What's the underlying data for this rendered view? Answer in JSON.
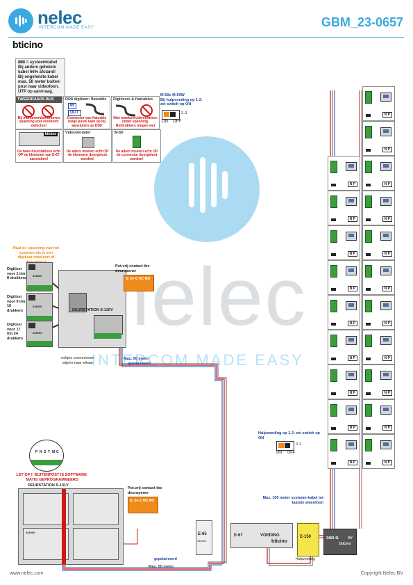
{
  "header": {
    "brand": "nelec",
    "tagline": "INTERCOM MADE EASY",
    "sub_brand": "bticino",
    "doc_code": "GBM_23-0657",
    "accent_color": "#3aa9e0"
  },
  "legend": {
    "line1": "= systeemkabel",
    "lines": [
      "Bij andere getwiste",
      "kabel 66% afstand!",
      "Bij ongetwiste kabel",
      "max. 50 meter buiten-",
      "post naar videofoon.",
      "UTP op aanvraag."
    ]
  },
  "info_boxes": [
    {
      "title": "TWEEDRAADS BUS",
      "caption": "Bij monteren/demonteren spanning eraf voorkomt defecten!"
    },
    {
      "title": "DD8 digitizer: flatcable",
      "in": "IN",
      "out": "OUT",
      "caption": "Connector van flatcable nokje juiste kant op bij aansluiten op DD8"
    },
    {
      "title": "Digitizers & flatcables",
      "caption": "Niet monteren/demonteren onder spanning. Beldrukkers mogen wel"
    },
    {
      "title": "M-50e  M-50W",
      "note": "Bij hulpvoeding op 1-2: zet switch op ON",
      "switch_on": "ON",
      "switch_off": "OFF",
      "switch_pos": "2-1"
    },
    {
      "title": "",
      "caption": "De twee deurstations echt OP de klemmen van E-67 aansluiten!"
    },
    {
      "title": "VideoVerdeler",
      "caption": "De aders moeten echt OP de klemmen doorgelust worden!"
    },
    {
      "title": "M-50",
      "caption": "De aders moeten echt OP de connector doorgelust worden!"
    }
  ],
  "station_top": {
    "warning": "Haal de spanning van het systeem als je een digitizer monteert of demonteert",
    "digitizers": [
      {
        "label": "Digitizer voor 1 t/m 8 drukkers",
        "part": "346830"
      },
      {
        "label": "Digitizer voor 9 t/m 16 drukkers",
        "part": "346830"
      },
      {
        "label": "Digitizer voor 17 t/m 24 drukkers",
        "part": "346993"
      }
    ],
    "unit_name": "DEURSTATION S-130V",
    "connector_note": "nokjes connectoren wijzen naar elkaar",
    "relay_label": "Pot.vrij contact tbv deuropener",
    "relay_pins": "S-  S+ C NC NO",
    "terminal_pins": [
      "P",
      "N",
      "S",
      "T",
      "M",
      "C"
    ]
  },
  "station_bottom": {
    "warning": "LET OP !! BUITENPOST IS SOFTWARE-MATIG GEPROGRAMMEERD",
    "unit_name": "DEURSTATION S-131V",
    "relay_label": "Pot.vrij contact tbv deuropener",
    "relay_pins": "S-  S+ C NC NO",
    "terminal_pins": [
      "P",
      "N",
      "S",
      "T",
      "M",
      "C"
    ],
    "part": "346000"
  },
  "cables": {
    "max50_top": "Max. 50 meter",
    "twisted_top": "gepolariseerd",
    "max50_bottom": "Max. 50 meter",
    "twisted_bottom": "gepolariseerd",
    "max100": "Max. 100 meter systeem-kabel tot laatste videofoon"
  },
  "devices": {
    "e65": {
      "name": "E-65",
      "part": "346020"
    },
    "e67": {
      "name": "E-67",
      "label": "VOEDING",
      "brand": "bticino"
    },
    "e150": {
      "name": "E-150",
      "caption": "Hulpvoeding"
    },
    "distributor": {
      "part": "3468 41",
      "label": "VV",
      "brand": "bticino"
    },
    "aux_switch_note": "Hulpvoeding op 1-2: zet switch op ON",
    "aux_switch_on": "ON",
    "aux_switch_off": "OFF",
    "aux_switch_pos": "2-1"
  },
  "monitor_labels": {
    "n": "N",
    "p": "P"
  },
  "footer": {
    "left": "www.nelec.com",
    "right": "Copyright Nelec BV"
  },
  "watermark": {
    "text": "nelec",
    "tag": "INTERCOM MADE EASY"
  }
}
